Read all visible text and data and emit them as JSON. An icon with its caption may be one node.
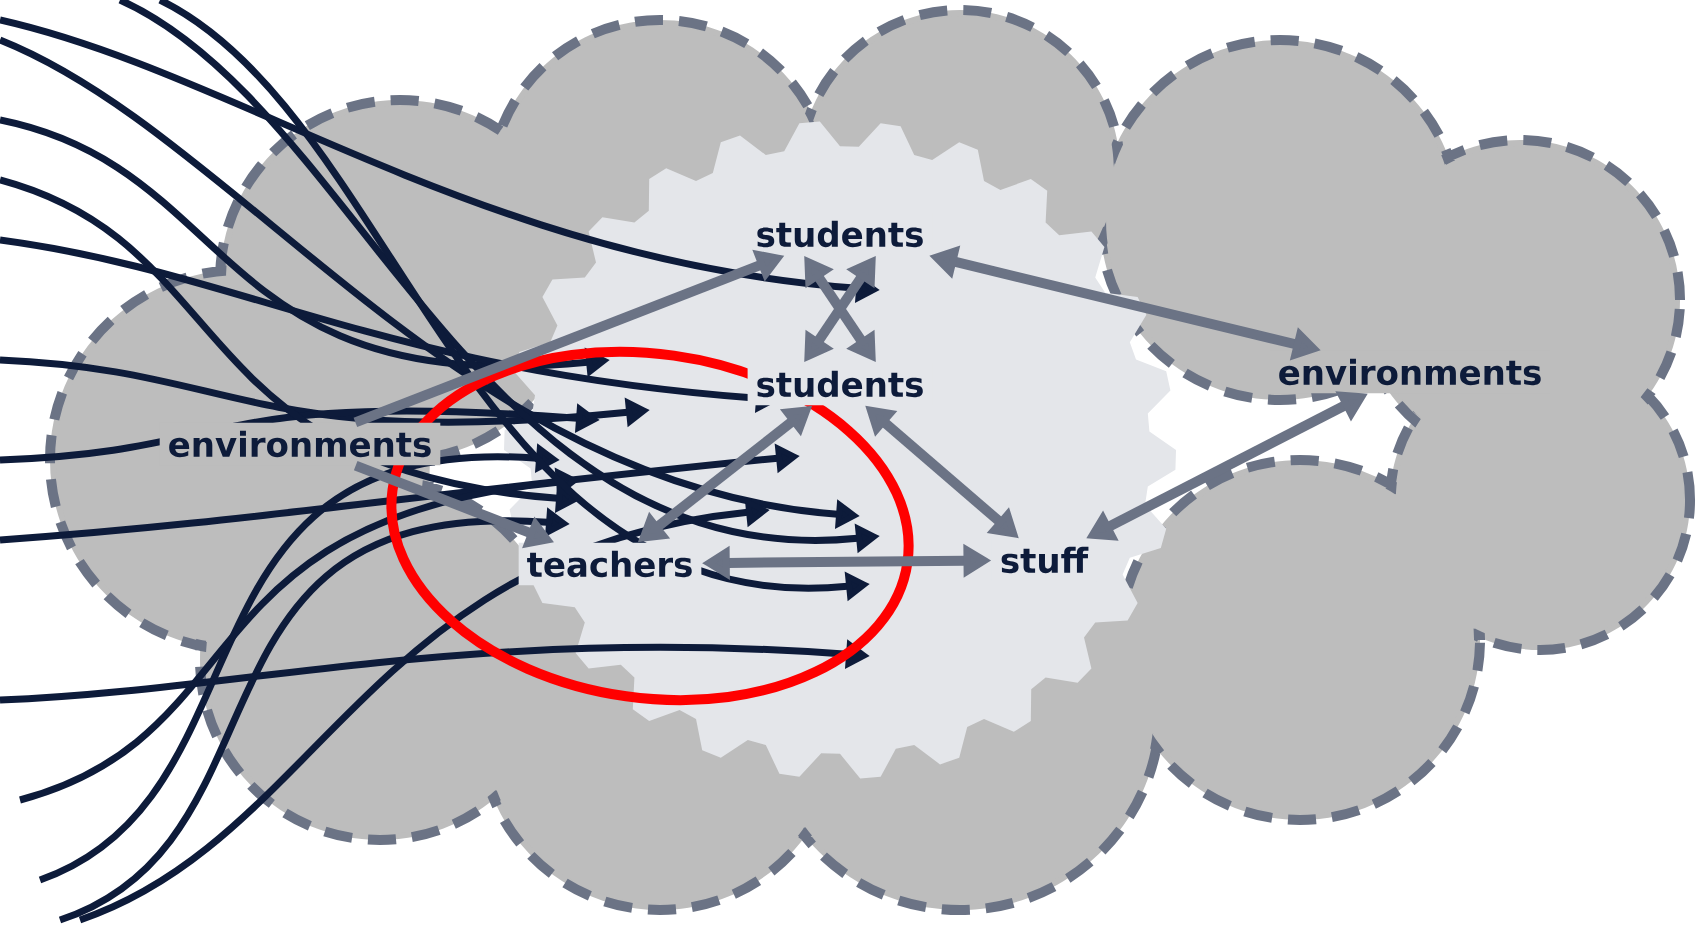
{
  "diagram": {
    "nodes": [
      {
        "text": [
          "environments"
        ]
      },
      {
        "text": [
          "students"
        ]
      },
      {
        "text": [
          "students"
        ]
      },
      {
        "text": [
          "teachers"
        ]
      },
      {
        "text": [
          "stuff"
        ]
      },
      {
        "text": [
          "environments"
        ]
      }
    ],
    "edges": [
      {
        "from": 0,
        "to": 1,
        "arrow": "to"
      },
      {
        "from": 0,
        "to": 3,
        "arrow": "to"
      },
      {
        "from": 1,
        "to": 5,
        "arrow": "both"
      },
      {
        "from": 1,
        "to": 2,
        "arrow": "both"
      },
      {
        "from": 1,
        "to": 2,
        "arrow": "both"
      },
      {
        "from": 2,
        "to": 3,
        "arrow": "both"
      },
      {
        "from": 2,
        "to": 4,
        "arrow": "both"
      },
      {
        "from": 3,
        "to": 4,
        "arrow": "both"
      },
      {
        "from": 4,
        "to": 5,
        "arrow": "both"
      }
    ]
  }
}
